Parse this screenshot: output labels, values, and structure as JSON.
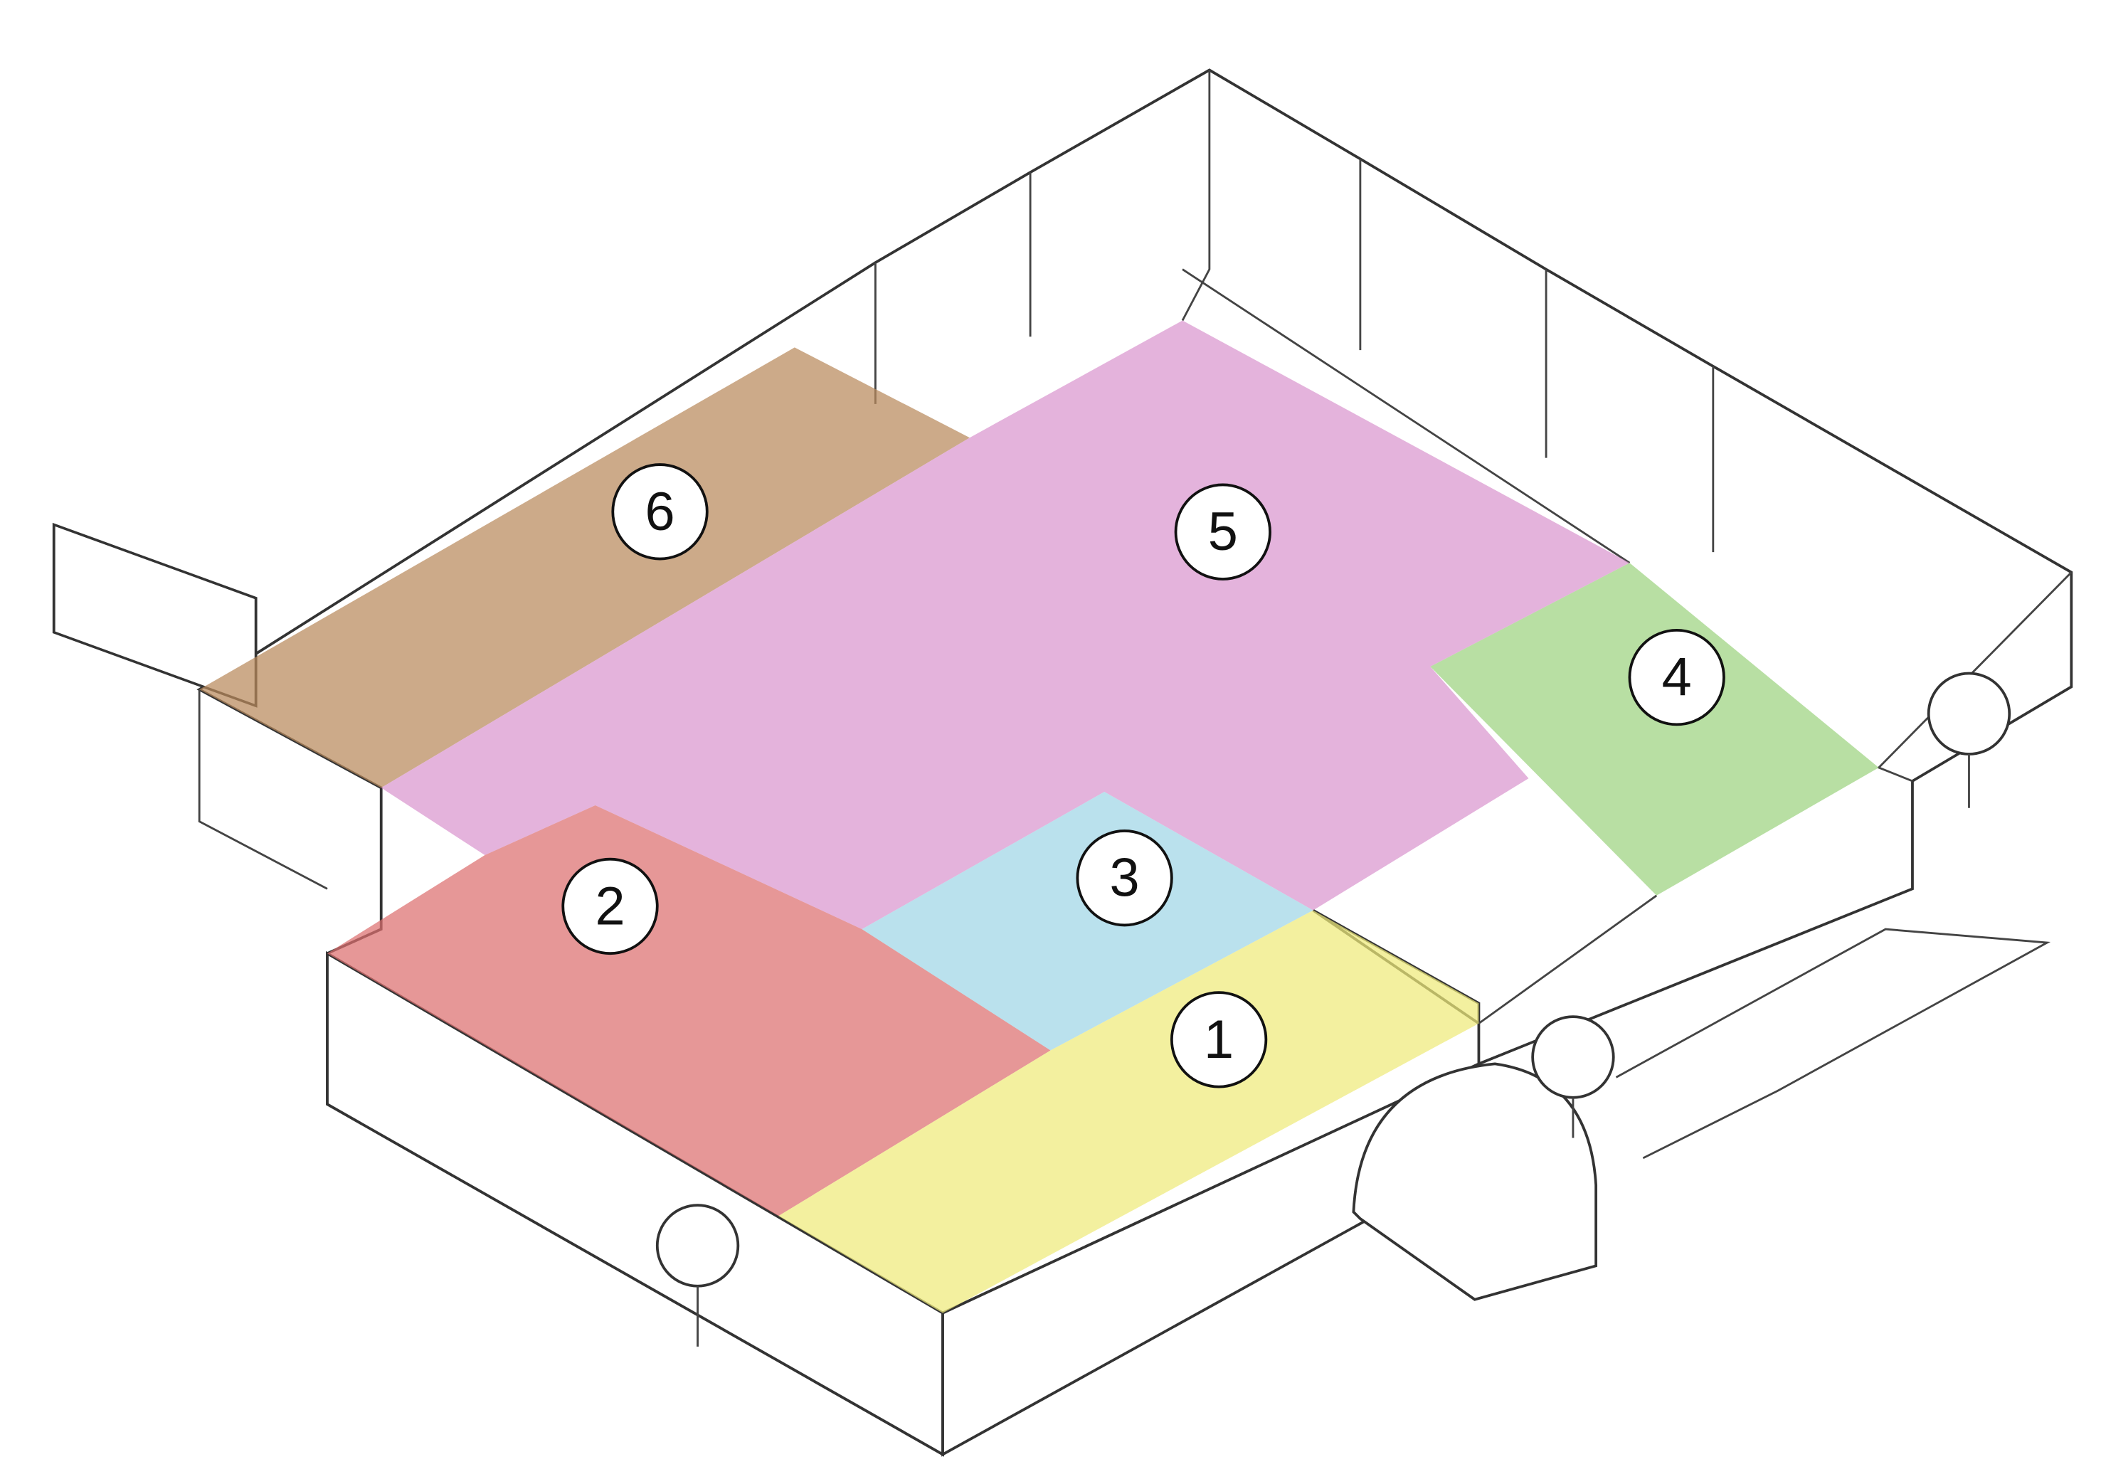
{
  "zones": [
    {
      "label": "1",
      "color": "#eeea7a"
    },
    {
      "label": "2",
      "color": "#dc6f6f"
    },
    {
      "label": "3",
      "color": "#9fd6e6"
    },
    {
      "label": "4",
      "color": "#9cd27f"
    },
    {
      "label": "5",
      "color": "#d995cf"
    },
    {
      "label": "6",
      "color": "#b9895c"
    }
  ]
}
